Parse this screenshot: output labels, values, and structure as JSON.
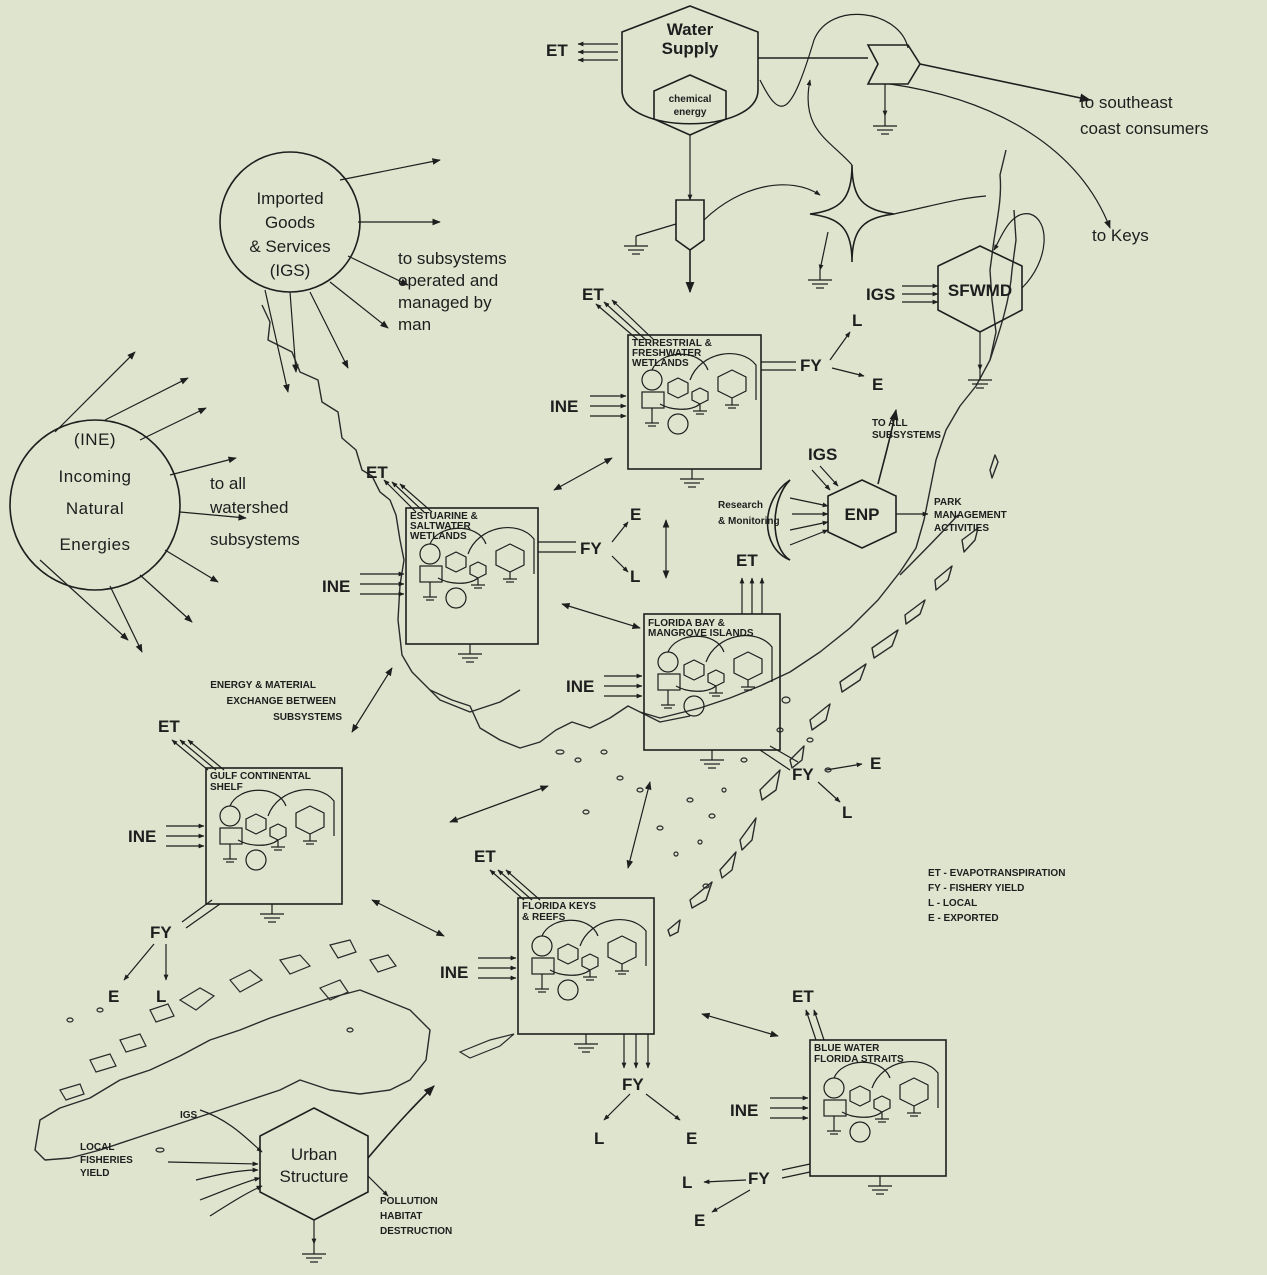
{
  "nodes": {
    "ine": [
      "(INE)",
      "Incoming",
      "Natural",
      "Energies"
    ],
    "igs": [
      "Imported",
      "Goods",
      "& Services",
      "(IGS)"
    ],
    "water_supply": [
      "Water",
      "Supply"
    ],
    "chemical_energy": [
      "chemical",
      "energy"
    ],
    "sfwmd": "SFWMD",
    "enp": "ENP",
    "urban": [
      "Urban",
      "Structure"
    ]
  },
  "annotations": {
    "to_all_watershed": [
      "to all",
      "watershed",
      "subsystems"
    ],
    "to_subsystems_managed": [
      "to subsystems",
      "operated and",
      "managed by",
      "man"
    ],
    "to_southeast": [
      "to southeast",
      "coast consumers"
    ],
    "to_keys": "to Keys",
    "to_all_subsystems": [
      "TO ALL",
      "SUBSYSTEMS"
    ],
    "research": [
      "Research",
      "& Monitoring"
    ],
    "park_mgmt": [
      "PARK",
      "MANAGEMENT",
      "ACTIVITIES"
    ],
    "energy_exchange": [
      "ENERGY & MATERIAL",
      "EXCHANGE BETWEEN",
      "SUBSYSTEMS"
    ],
    "local_fisheries": [
      "LOCAL",
      "FISHERIES",
      "YIELD"
    ],
    "pollution": [
      "POLLUTION",
      "HABITAT",
      "DESTRUCTION"
    ]
  },
  "subsystems": [
    {
      "id": "terrestrial",
      "title": [
        "TERRESTRIAL &",
        "FRESHWATER",
        "WETLANDS"
      ]
    },
    {
      "id": "estuarine",
      "title": [
        "ESTUARINE &",
        "SALTWATER",
        "WETLANDS"
      ]
    },
    {
      "id": "florida_bay",
      "title": [
        "FLORIDA BAY &",
        "MANGROVE ISLANDS"
      ]
    },
    {
      "id": "gulf",
      "title": [
        "GULF CONTINENTAL",
        "SHELF"
      ]
    },
    {
      "id": "keys",
      "title": [
        "FLORIDA KEYS",
        "& REEFS"
      ]
    },
    {
      "id": "blue_water",
      "title": [
        "BLUE WATER",
        "FLORIDA STRAITS"
      ]
    }
  ],
  "flow_labels": {
    "et": "ET",
    "ine": "INE",
    "fy": "FY",
    "e": "E",
    "l": "L",
    "igs": "IGS"
  },
  "legend": [
    "ET - EVAPOTRANSPIRATION",
    "FY - FISHERY YIELD",
    "L  - LOCAL",
    "E  - EXPORTED"
  ]
}
